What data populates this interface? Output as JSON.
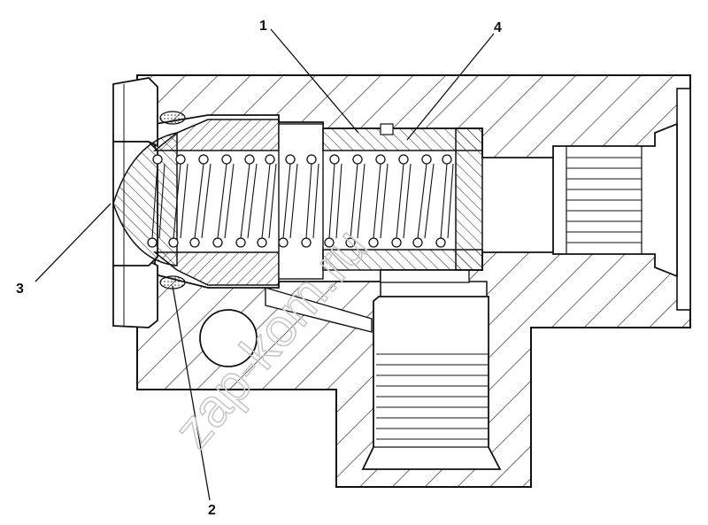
{
  "callouts": {
    "c1": "1",
    "c2": "2",
    "c3": "3",
    "c4": "4"
  },
  "watermark": "zap-kom.ru",
  "colors": {
    "line": "#111111",
    "hatch": "#333333",
    "background": "#ffffff",
    "watermark": "#c8c8c8"
  }
}
